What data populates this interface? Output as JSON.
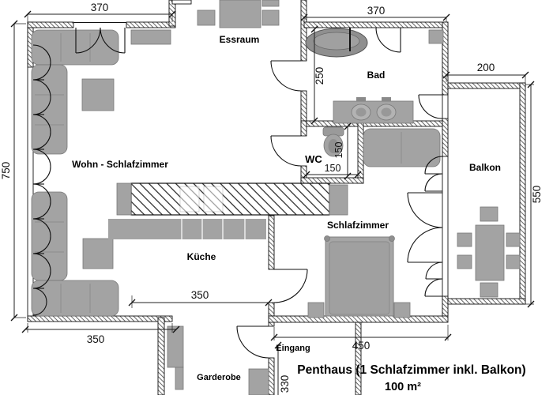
{
  "floorplan": {
    "title": "Penthaus (1 Schlafzimmer inkl. Balkon)",
    "subtitle": "100 m²"
  },
  "rooms": {
    "wohn_schlafzimmer": "Wohn - Schlafzimmer",
    "essraum": "Essraum",
    "bad": "Bad",
    "wc": "WC",
    "kueche": "Küche",
    "schlafzimmer": "Schlafzimmer",
    "balkon": "Balkon",
    "garderobe": "Garderobe",
    "eingang": "Eingang"
  },
  "dimensions_cm": {
    "wohn_top_width": "370",
    "bad_top_width": "370",
    "balkon_width": "200",
    "bad_depth": "250",
    "left_side_height": "750",
    "wc_width": "150",
    "wc_depth": "150",
    "balkon_length": "550",
    "kueche_width": "350",
    "bottom_left_width": "350",
    "bottom_width": "450",
    "eingang_depth": "330"
  },
  "colors": {
    "background": "#ffffff",
    "wall_line": "#1a1a1a",
    "furniture_fill": "#a3a3a3",
    "furniture_stroke": "#777777",
    "text": "#000000"
  }
}
